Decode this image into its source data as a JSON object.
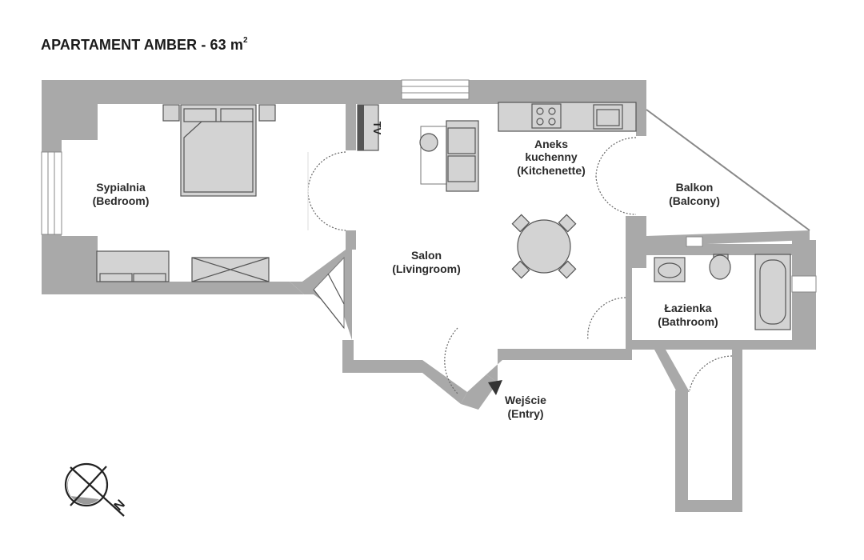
{
  "title": {
    "text": "APARTAMENT AMBER - 63 m",
    "superscript": "2"
  },
  "rooms": {
    "bedroom": {
      "line1": "Sypialnia",
      "line2": "(Bedroom)"
    },
    "kitchenette": {
      "line1": "Aneks",
      "line2": "kuchenny",
      "line3": "(Kitchenette)"
    },
    "balcony": {
      "line1": "Balkon",
      "line2": "(Balcony)"
    },
    "livingroom": {
      "line1": "Salon",
      "line2": "(Livingroom)"
    },
    "bathroom": {
      "line1": "Łazienka",
      "line2": "(Bathroom)"
    },
    "entry": {
      "line1": "Wejście",
      "line2": "(Entry)"
    }
  },
  "tv_label": "TV",
  "compass_label": "N",
  "colors": {
    "wall": "#a9a9a9",
    "furniture": "#d3d3d3",
    "line": "#555555"
  }
}
